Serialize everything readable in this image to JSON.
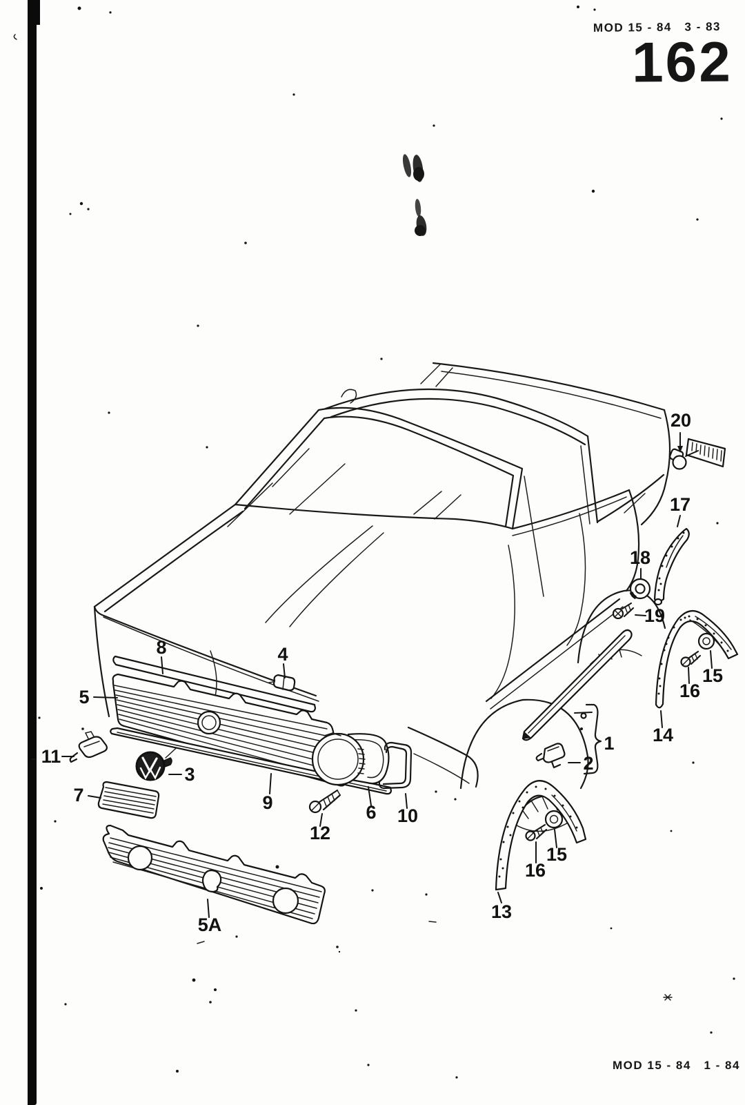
{
  "page": {
    "header_code": "MOD 15 - 84   3 - 83",
    "page_number": "162",
    "footer_code": "MOD 15 - 84   1 - 84"
  },
  "callouts": {
    "c1": "1",
    "c2": "2",
    "c3": "3",
    "c4": "4",
    "c5": "5",
    "c5a": "5A",
    "c6": "6",
    "c7": "7",
    "c8": "8",
    "c9": "9",
    "c10": "10",
    "c11": "11",
    "c12": "12",
    "c13": "13",
    "c14": "14",
    "c15_front": "15",
    "c15_rear": "15",
    "c16_front": "16",
    "c16_rear": "16",
    "c17": "17",
    "c18": "18",
    "c19": "19",
    "c20": "20"
  }
}
